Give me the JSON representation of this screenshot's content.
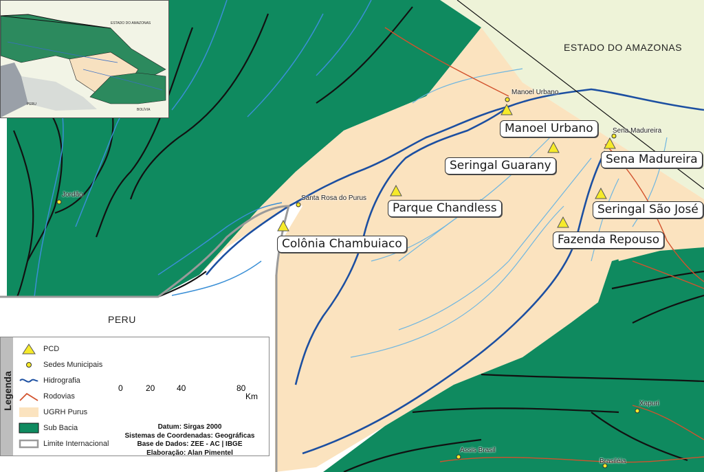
{
  "regions": {
    "amazonas": "ESTADO DO AMAZONAS",
    "peru": "PERU"
  },
  "pcd_stations": [
    "Manoel Urbano",
    "Seringal Guarany",
    "Sena Madureira",
    "Parque Chandless",
    "Seringal São José",
    "Colônia Chambuiaco",
    "Fazenda Repouso"
  ],
  "towns": {
    "manoel_urbano": "Manoel Urbano",
    "sena_madureira": "Sena Madureira",
    "santa_rosa": "Santa Rosa do Purus",
    "jordao": "Jordão",
    "xapuri": "Xapuri",
    "assis_brasil": "Assis Brasil",
    "brasileia": "Brasiléia"
  },
  "legend": {
    "title": "Legenda",
    "items": [
      {
        "label": "PCD",
        "icon": "yellow-triangle-icon"
      },
      {
        "label": "Sedes Municipais",
        "icon": "yellow-dot-icon"
      },
      {
        "label": "Hidrografia",
        "icon": "blue-wave-icon"
      },
      {
        "label": "Rodovias",
        "icon": "red-line-icon"
      },
      {
        "label": "UGRH Purus",
        "icon": "beige-fill-icon"
      },
      {
        "label": "Sub Bacia",
        "icon": "green-fill-icon"
      },
      {
        "label": "Limite Internacional",
        "icon": "grey-border-icon"
      }
    ]
  },
  "scale": {
    "ticks": [
      "0",
      "20",
      "40",
      "80"
    ],
    "unit": "Km"
  },
  "credits": {
    "datum": "Datum: Sirgas 2000",
    "coords": "Sistemas de Coordenadas: Geográficas",
    "base": "Base de Dados: ZEE - AC | IBGE",
    "author": "Elaboração: Alan Pimentel"
  },
  "inset": {
    "amazonas": "ESTADO DO AMAZONAS",
    "peru": "PERU",
    "bolivia": "BOLÍVIA"
  },
  "colors": {
    "green": "#0f8a5f",
    "beige": "#fbe3bf",
    "pale": "#eef3d8",
    "river": "#1c4fa1",
    "stream": "#6fb6e0",
    "road": "#d2522d",
    "pcd": "#f6ea2a"
  }
}
